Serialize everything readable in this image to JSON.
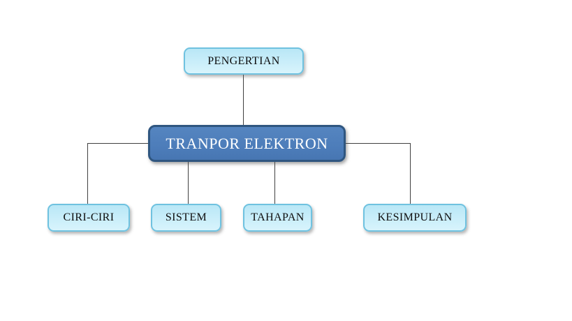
{
  "diagram": {
    "type": "hierarchy-chart",
    "nodes": {
      "pengertian": {
        "label": "PENGERTIAN"
      },
      "root": {
        "label": "TRANPOR ELEKTRON"
      },
      "ciri_ciri": {
        "label": "CIRI-CIRI"
      },
      "sistem": {
        "label": "SISTEM"
      },
      "tahapan": {
        "label": "TAHAPAN"
      },
      "kesimpulan": {
        "label": "KESIMPULAN"
      }
    },
    "edges": [
      {
        "from": "pengertian",
        "to": "root"
      },
      {
        "from": "root",
        "to": "ciri_ciri"
      },
      {
        "from": "root",
        "to": "sistem"
      },
      {
        "from": "root",
        "to": "tahapan"
      },
      {
        "from": "root",
        "to": "kesimpulan"
      }
    ],
    "colors": {
      "child_box_fill_top": "#b9e7f6",
      "child_box_fill_bottom": "#d8f4fc",
      "child_box_border": "#6fc2e0",
      "child_box_text": "#0d0d0d",
      "root_box_fill": "#4d7dba",
      "root_box_border": "#2f5680",
      "root_box_text": "#ffffff",
      "connector": "#404040",
      "background": "#ffffff"
    }
  }
}
